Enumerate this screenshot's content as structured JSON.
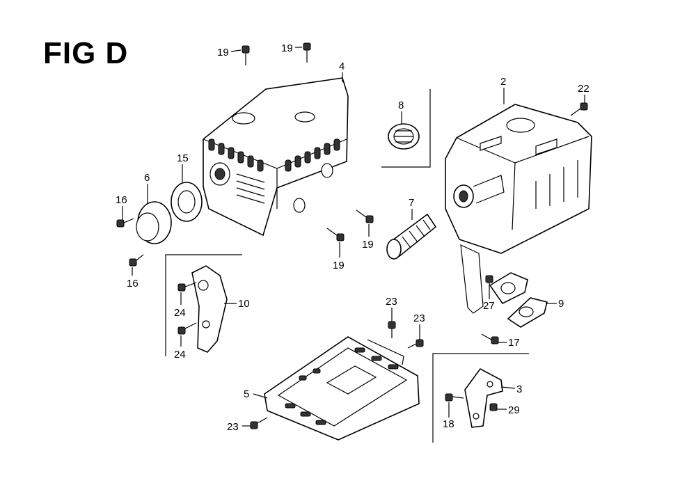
{
  "title": "FIG D",
  "callouts": {
    "c19a": "19",
    "c19b": "19",
    "c4": "4",
    "c8": "8",
    "c2": "2",
    "c22": "22",
    "c15": "15",
    "c6": "6",
    "c16a": "16",
    "c16b": "16",
    "c7": "7",
    "c19c": "19",
    "c19d": "19",
    "c10": "10",
    "c24a": "24",
    "c24b": "24",
    "c23a": "23",
    "c23b": "23",
    "c27": "27",
    "c9": "9",
    "c17": "17",
    "c5": "5",
    "c23c": "23",
    "c3": "3",
    "c18": "18",
    "c29": "29"
  }
}
